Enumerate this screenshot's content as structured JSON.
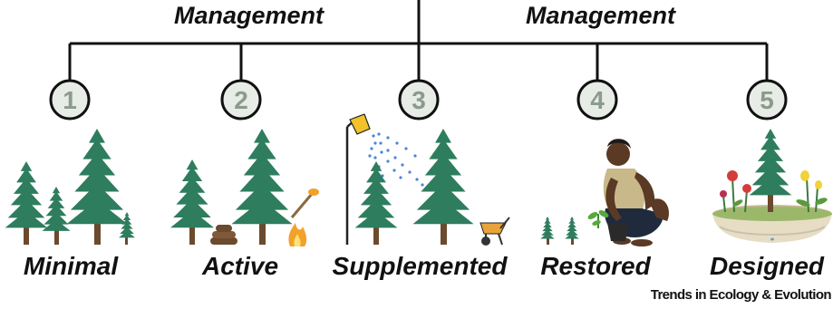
{
  "titles": {
    "left": "Management",
    "right": "Management"
  },
  "stages": [
    {
      "number": "1",
      "label": "Minimal"
    },
    {
      "number": "2",
      "label": "Active"
    },
    {
      "number": "3",
      "label": "Supplemented"
    },
    {
      "number": "4",
      "label": "Restored"
    },
    {
      "number": "5",
      "label": "Designed"
    }
  ],
  "credit": "Trends in Ecology & Evolution",
  "colors": {
    "line": "#111111",
    "circle_fill": "#e7ece6",
    "number": "#8c9a8c",
    "tree": "#2e7d5e",
    "trunk": "#6b4a2e",
    "fire": "#f2a22a",
    "water": "#4a86d6",
    "wheelbarrow": "#e8a33a",
    "flower": "#d43c3c",
    "soil": "#e7ddc4"
  },
  "icons": [
    "tree-icon",
    "log-pile-icon",
    "torch-icon",
    "fire-icon",
    "sprinkler-icon",
    "wheelbarrow-icon",
    "person-planting-icon",
    "seedling-icon",
    "flower-icon",
    "soil-island-icon"
  ]
}
